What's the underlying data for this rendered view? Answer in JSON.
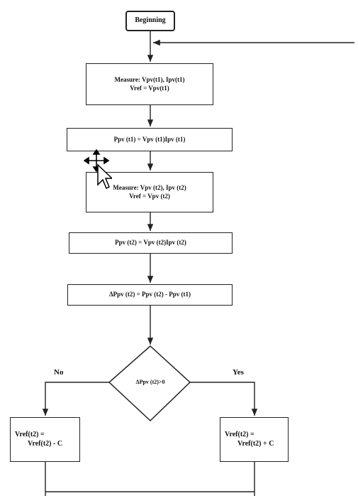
{
  "flowchart": {
    "start": "Beginning",
    "measure1": {
      "line1": "Measure: Vpv(t1), Ipv(t1)",
      "line2": "Vref = Vpv(t1)"
    },
    "power1": "Ppv (t1) = Vpv (t1)Ipv (t1)",
    "measure2": {
      "line1": "Measure: Vpv (t2), Ipv (t2)",
      "line2": "Vref = Vpv (t2)"
    },
    "power2": "Ppv (t2) = Vpv (t2)Ipv (t2)",
    "delta": "ΔPpv (t2) = Ppv (t2) - Ppv (t1)",
    "decision": "ΔPpv (t2)>0",
    "no_label": "No",
    "yes_label": "Yes",
    "no_box": {
      "line1": "Vref(t2) =",
      "line2": "Vref(t2) - C"
    },
    "yes_box": {
      "line1": "Vref(t2) =",
      "line2": "Vref(t2) + C"
    }
  },
  "colors": {
    "line": "#222222",
    "text": "#111111",
    "background": "#ffffff"
  },
  "overlay": {
    "cursor_icon": "move-cursor-icon"
  }
}
